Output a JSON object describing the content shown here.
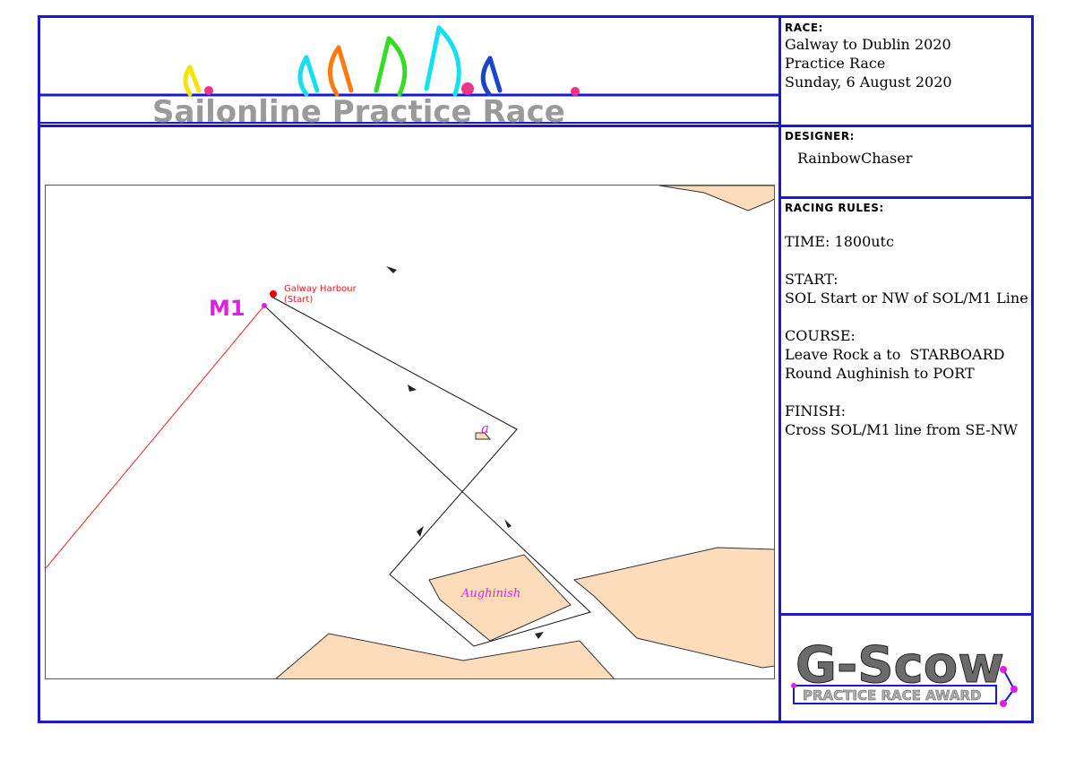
{
  "header": {
    "banner_title": "Sailonline Practice Race"
  },
  "race": {
    "label": "RACE:",
    "line1": "Galway to Dublin 2020",
    "line2": "Practice Race",
    "line3": "Sunday, 6 August 2020"
  },
  "designer": {
    "label": "DESIGNER:",
    "name": "RainbowChaser"
  },
  "rules": {
    "label": "RACING RULES:",
    "time": "TIME: 1800utc",
    "start_heading": "START:",
    "start_text": "SOL Start or NW of SOL/M1 Line",
    "course_heading": "COURSE:",
    "course_line1": "Leave Rock a to  STARBOARD",
    "course_line2": "Round Aughinish to PORT",
    "finish_heading": "FINISH:",
    "finish_text": "Cross SOL/M1 line from SE-NW"
  },
  "map": {
    "start_label_line1": "Galway Harbour",
    "start_label_line2": "(Start)",
    "mark_m1": "M1",
    "rock_label": "a",
    "island_label": "Aughinish",
    "colors": {
      "land": "#fddcbc",
      "start_line": "#ff2020",
      "mark": "#e020e0",
      "start_dot": "#ee0000"
    }
  },
  "award": {
    "title": "G-Scow",
    "subtitle": "PRACTICE RACE AWARD"
  }
}
